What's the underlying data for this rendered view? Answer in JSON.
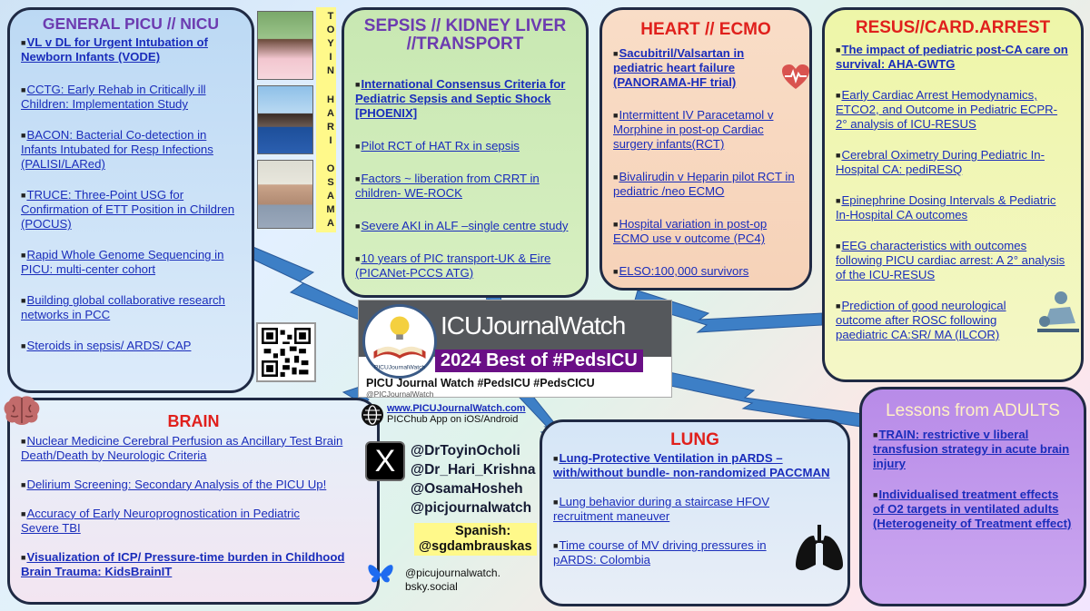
{
  "colors": {
    "panel_border": "#1f2a44",
    "link": "#1a2dbb",
    "heading_red": "#e0201c",
    "heading_purple": "#6c3bb0",
    "banner": "#6a0f86",
    "highlight": "#fff98a"
  },
  "general": {
    "title": "GENERAL PICU // NICU",
    "items": [
      "VL v DL for Urgent Intubation of Newborn Infants (VODE)",
      "CCTG: Early Rehab in Critically ill Children: Implementation Study",
      "BACON: Bacterial Co-detection in Infants Intubated for Resp Infections (PALISI/LARed)",
      "TRUCE: Three-Point USG for Confirmation of ETT Position in Children (POCUS)",
      "Rapid Whole Genome Sequencing in PICU: multi-center cohort",
      "Building global collaborative research networks in PCC",
      "Steroids in sepsis/ ARDS/ CAP"
    ]
  },
  "authors": {
    "names": [
      "TOYIN",
      "HARI",
      "OSAMA"
    ]
  },
  "sepsis": {
    "title": "SEPSIS // KIDNEY LIVER //TRANSPORT",
    "items": [
      "International Consensus Criteria for Pediatric Sepsis and Septic Shock [PHOENIX]",
      "Pilot RCT of HAT Rx in sepsis",
      "Factors ~ liberation from CRRT in children- WE-ROCK",
      "Severe AKI in ALF –single centre study",
      "10 years of PIC transport-UK & Eire (PICANet-PCCS ATG)"
    ]
  },
  "heart": {
    "title": "HEART // ECMO",
    "items": [
      "Sacubitril/Valsartan in pediatric heart failure (PANORAMA-HF trial)",
      "Intermittent IV Paracetamol v Morphine in post-op Cardiac surgery infants(RCT)",
      "Bivalirudin v Heparin pilot RCT in pediatric /neo ECMO",
      "Hospital variation in post-op ECMO use v outcome (PC4)",
      "ELSO:100,000 survivors"
    ]
  },
  "resus": {
    "title": "RESUS//CARD.ARREST",
    "items": [
      "The impact of pediatric post-CA care on survival: AHA-GWTG",
      "Early Cardiac Arrest Hemodynamics, ETCO2, and Outcome in Pediatric ECPR- 2° analysis of ICU-RESUS",
      "Cerebral Oximetry During Pediatric In-Hospital CA: pediRESQ",
      "Epinephrine Dosing Intervals & Pediatric In-Hospital CA outcomes",
      "EEG characteristics with outcomes following PICU cardiac arrest: A 2° analysis of the ICU-RESUS",
      "Prediction of good neurological outcome after ROSC following paediatric CA:SR/ MA (ILCOR)"
    ]
  },
  "brain": {
    "title": "BRAIN",
    "items": [
      "Nuclear Medicine Cerebral Perfusion as Ancillary Test Brain Death/Death by Neurologic Criteria",
      "Delirium Screening: Secondary Analysis of the PICU Up!",
      "Accuracy of Early Neuroprognostication in Pediatric Severe TBI",
      "Visualization of ICP/ Pressure-time burden in Childhood Brain Trauma: KidsBrainIT"
    ]
  },
  "lung": {
    "title": "LUNG",
    "items": [
      "Lung-Protective Ventilation in pARDS – with/without bundle- non-randomized PACCMAN",
      "Lung behavior during a staircase HFOV recruitment maneuver",
      "Time course of MV driving pressures in pARDS: Colombia"
    ]
  },
  "adults": {
    "title": "Lessons from ADULTS",
    "items": [
      "TRAIN: restrictive v liberal transfusion strategy in acute brain injury",
      "Individualised treatment effects of O2 targets in ventilated adults (Heterogeneity of Treatment effect)"
    ]
  },
  "center": {
    "logo_name": "ICUJournalWatch",
    "logo_badge": "PICUJournalWatch",
    "banner": "2024 Best of #PedsICU",
    "subtitle": "PICU Journal Watch #PedsICU #PedsCICU",
    "handle": "@PICJournalWatch",
    "website": "www.PICUJournalWatch.com",
    "app": "PICChub App on iOS/Android",
    "x_glyph": "X",
    "twitter_handles": [
      "@DrToyinOcholi",
      "@Dr_Hari_Krishna",
      "@OsamaHosheh",
      "@picjournalwatch"
    ],
    "spanish_label": "Spanish:",
    "spanish_handle": "@sgdambrauskas",
    "bsky_handle": "@picujournalwatch. bsky.social"
  }
}
